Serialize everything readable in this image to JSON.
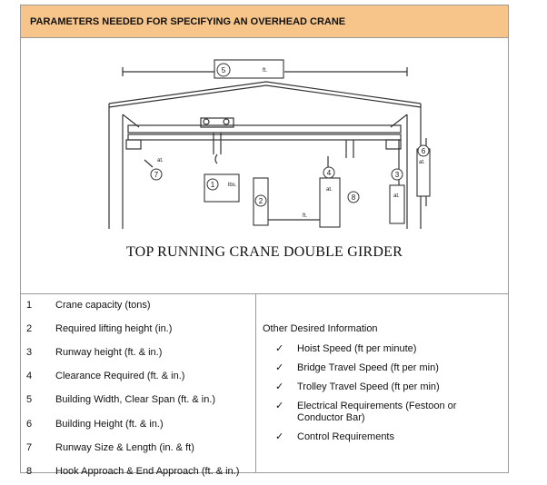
{
  "header": {
    "title": "PARAMETERS NEEDED FOR SPECIFYING AN OVERHEAD CRANE"
  },
  "diagram": {
    "caption": "TOP RUNNING CRANE DOUBLE GIRDER",
    "callouts": {
      "c1": "1",
      "c2": "2",
      "c3": "3",
      "c4": "4",
      "c5": "5",
      "c6": "6",
      "c7": "7",
      "c8": "8"
    },
    "units": {
      "span_ft": "ft.",
      "capacity_lbs": "lbs.",
      "lift_ft": "ft.",
      "runway_ft": "at.",
      "clearance_ft": "at.",
      "building_ft": "at.",
      "runway_size_ft": "at."
    }
  },
  "parameters": [
    {
      "num": "1",
      "label": "Crane capacity (tons)"
    },
    {
      "num": "2",
      "label": "Required lifting height (in.)"
    },
    {
      "num": "3",
      "label": "Runway height (ft. & in.)"
    },
    {
      "num": "4",
      "label": "Clearance Required (ft. & in.)"
    },
    {
      "num": "5",
      "label": "Building Width, Clear Span (ft. & in.)"
    },
    {
      "num": "6",
      "label": "Building Height (ft. & in.)"
    },
    {
      "num": "7",
      "label": "Runway Size & Length (in. & ft)"
    },
    {
      "num": "8",
      "label": "Hook Approach & End Approach (ft. & in.)"
    }
  ],
  "other_info": {
    "title": "Other Desired Information",
    "check_glyph": "✓",
    "items": [
      "Hoist Speed (ft per minute)",
      "Bridge Travel Speed (ft per min)",
      "Trolley Travel Speed (ft per min)",
      "Electrical Requirements (Festoon or Conductor Bar)",
      "Control Requirements"
    ]
  }
}
